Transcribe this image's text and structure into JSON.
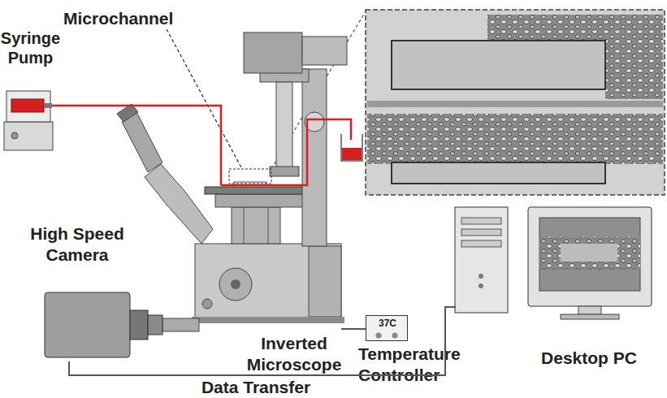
{
  "diagram": {
    "nodes": [
      {
        "text": [
          "Syringe Pump"
        ]
      },
      {
        "text": [
          "High Speed Camera"
        ]
      },
      {
        "text": [
          "Inverted Microscope"
        ]
      },
      {
        "text": [
          "37C",
          "Temperature Controller"
        ]
      },
      {
        "text": [
          "Desktop PC"
        ]
      }
    ],
    "edges": [
      {
        "from": 0,
        "to": 2,
        "arrow": "none"
      },
      {
        "from": 2,
        "to": 3,
        "arrow": "none"
      },
      {
        "from": 1,
        "to": 4,
        "label": "Data Transfer",
        "arrow": "none"
      }
    ],
    "labels": [
      "Microchannel"
    ]
  }
}
